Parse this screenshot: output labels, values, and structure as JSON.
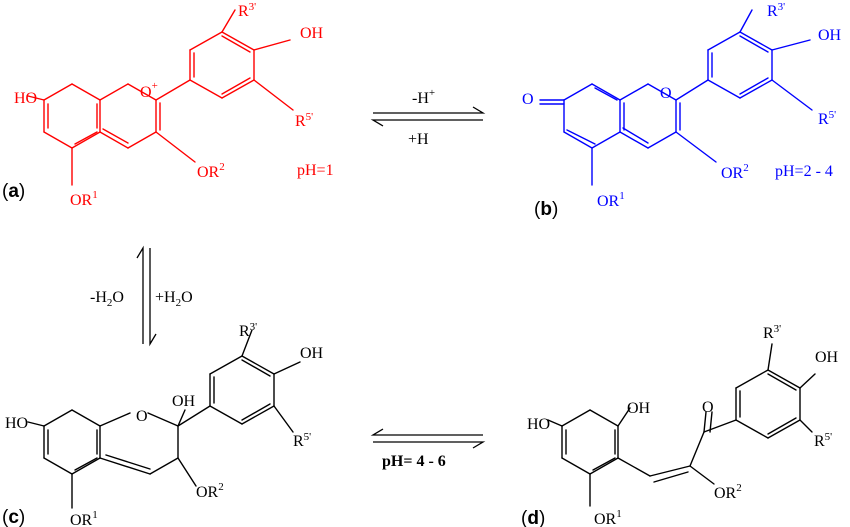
{
  "colors": {
    "a": "#ff0000",
    "b": "#0000ff",
    "c": "#000000",
    "d": "#000000"
  },
  "panels": {
    "a": "a",
    "b": "b",
    "c": "c",
    "d": "d"
  },
  "atoms": {
    "ho": "HO",
    "oh": "OH",
    "o": "O",
    "or": "OR",
    "r": "R",
    "plus": "+",
    "one": "1",
    "two": "2",
    "r3": "3'",
    "r5": "5'"
  },
  "conditions": {
    "ph_a": "pH=1",
    "ph_b": "pH=2 - 4",
    "ph_cd": "pH= 4 - 6",
    "minus_h": "-H",
    "plus_h": "+H",
    "minus_h2o_1": "-H",
    "minus_h2o_2": "O",
    "plus_h2o_1": "+H",
    "plus_h2o_2": "O",
    "two": "2"
  }
}
